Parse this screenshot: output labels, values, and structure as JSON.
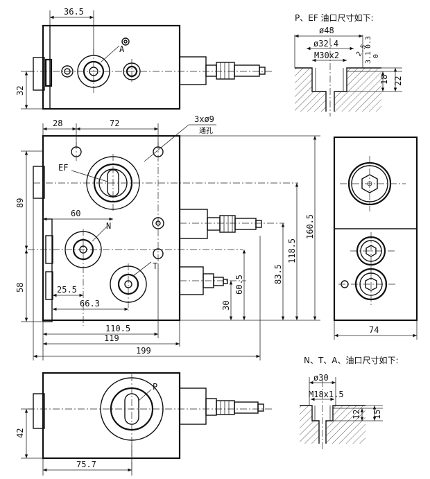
{
  "labels": {
    "port_a": "A",
    "port_ef": "EF",
    "port_n": "N",
    "port_t": "T",
    "port_p": "P",
    "through_holes": "3xø9",
    "through_holes_note": "通孔"
  },
  "dims": {
    "d36_5": "36.5",
    "d32": "32",
    "d28": "28",
    "d72": "72",
    "d89": "89",
    "d58": "58",
    "d60": "60",
    "d25_5": "25.5",
    "d66_3": "66.3",
    "d110_5": "110.5",
    "d119": "119",
    "d199": "199",
    "d30": "30",
    "d60_5": "60.5",
    "d83_5": "83.5",
    "d118_5": "118.5",
    "d160_5": "160.5",
    "d74": "74",
    "d42": "42",
    "d75_7": "75.7"
  },
  "detail_pef": {
    "title": "P、EF 油口尺寸如下:",
    "d48": "ø48",
    "d32_4": "ø32.4",
    "thread": "M30x2",
    "d0_3": "0.3",
    "d2_5": "2.5",
    "d3_1": "3.1",
    "d0": "0",
    "d18": "18",
    "d22": "22"
  },
  "detail_nta": {
    "title": "N、T、A、油口尺寸如下:",
    "d30": "ø30",
    "thread": "M18x1.5",
    "d12": "12",
    "d15": "15"
  }
}
